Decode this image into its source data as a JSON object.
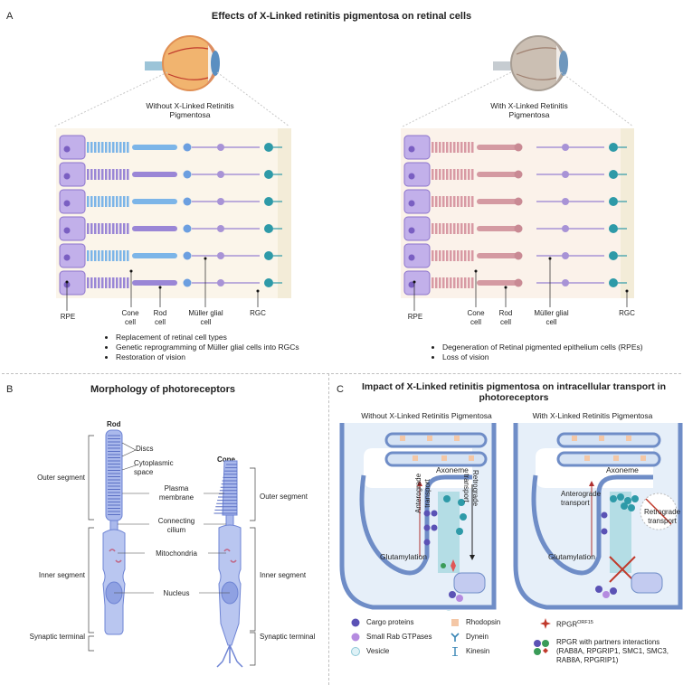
{
  "panelA": {
    "letter": "A",
    "title": "Effects of X-Linked retinitis pigmentosa on retinal cells",
    "left": {
      "caption": "Without X-Linked Retinitis\nPigmentosa",
      "labels": {
        "rpe": "RPE",
        "cone": "Cone\ncell",
        "rod": "Rod\ncell",
        "muller": "Müller glial\ncell",
        "rgc": "RGC"
      },
      "bullets": [
        "Replacement of retinal cell types",
        "Genetic reprogramming of Müller glial cells into RGCs",
        "Restoration of vision"
      ]
    },
    "right": {
      "caption": "With X-Linked Retinitis\nPigmentosa",
      "labels": {
        "rpe": "RPE",
        "cone": "Cone\ncell",
        "rod": "Rod\ncell",
        "muller": "Müller glial\ncell",
        "rgc": "RGC"
      },
      "bullets": [
        "Degeneration of Retinal pigmented epithelium cells (RPEs)",
        "Loss of vision"
      ]
    }
  },
  "panelB": {
    "letter": "B",
    "title": "Morphology of photoreceptors",
    "rod": "Rod",
    "cone": "Cone",
    "labels": {
      "discs": "Discs",
      "cyto": "Cytoplasmic\nspace",
      "plasma": "Plasma\nmembrane",
      "cilium": "Connecting\ncilium",
      "mito": "Mitochondria",
      "nucleus": "Nucleus",
      "outer_l": "Outer segment",
      "inner_l": "Inner segment",
      "synaptic_l": "Synaptic terminal",
      "outer_r": "Outer segment",
      "inner_r": "Inner segment",
      "synaptic_r": "Synaptic terminal"
    }
  },
  "panelC": {
    "letter": "C",
    "title": "Impact of X-Linked retinitis pigmentosa on intracellular transport in\nphotoreceptors",
    "left_caption": "Without X-Linked Retinitis Pigmentosa",
    "right_caption": "With X-Linked Retinitis Pigmentosa",
    "axoneme": "Axoneme",
    "antero": "Anterograde\ntransport",
    "retro": "Retrograde\ntransport",
    "glut": "Glutamylation",
    "legend": {
      "cargo": "Cargo proteins",
      "rab": "Small Rab GTPases",
      "vesicle": "Vesicle",
      "rhodopsin": "Rhodopsin",
      "dynein": "Dynein",
      "kinesin": "Kinesin",
      "rpgr": "RPGR",
      "rpgr_sup": "ORF15",
      "partners": "RPGR with partners interactions\n(RAB8A, RPGRIP1, SMC1, SMC3,\nRAB8A, RPGRIP1)"
    }
  }
}
